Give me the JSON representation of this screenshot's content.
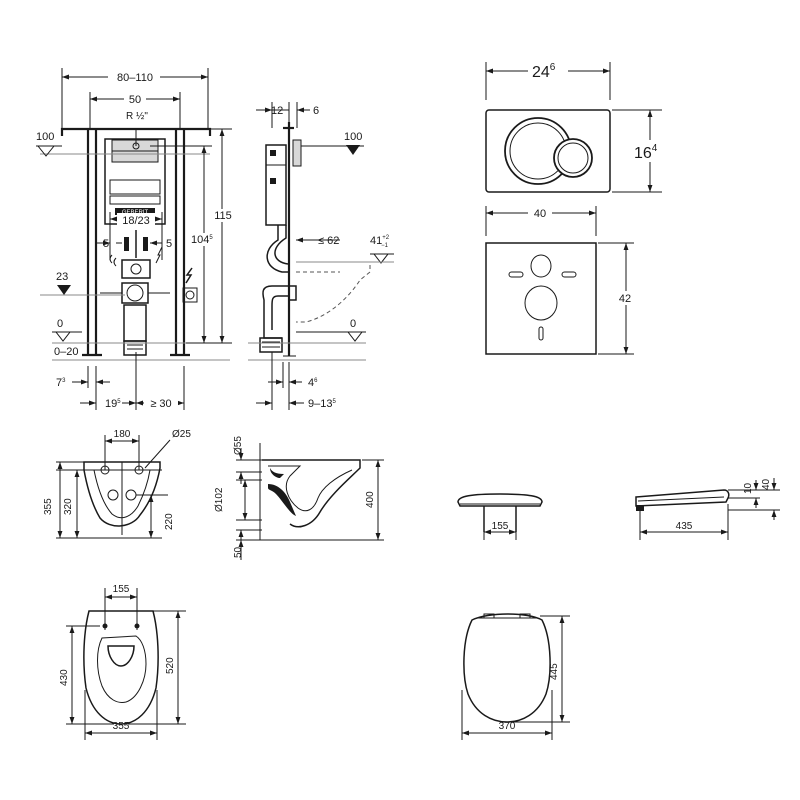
{
  "colors": {
    "ink": "#1a1a1a",
    "background": "#ffffff"
  },
  "frame_front": {
    "dim_width_range": "80–110",
    "dim_frame_width": "50",
    "dim_connection": "R ½\"",
    "dim_height_total": "115",
    "dim_height_inner_main": "104",
    "dim_height_inner_sup": "5",
    "dim_bolt_spacing": "18/23",
    "dim_left_5": "5",
    "dim_right_5": "5",
    "level_100": "100",
    "level_23": "23",
    "level_0": "0",
    "level_floor": "0–20",
    "dim_7_main": "7",
    "dim_7_sup": "3",
    "dim_19_main": "19",
    "dim_19_sup": "5",
    "dim_min_30": "≥ 30",
    "brand_label": "GEBERIT"
  },
  "frame_side": {
    "dim_12": "12",
    "dim_6": "6",
    "level_100": "100",
    "dim_max_62": "≤ 62",
    "dim_41_main": "41",
    "dim_41_sup": "+2",
    "dim_41_sub": "−1",
    "level_0": "0",
    "dim_4_main": "4",
    "dim_4_sup": "6",
    "dim_9_main": "9–13",
    "dim_9_sup": "5"
  },
  "flush_plate": {
    "dim_width_main": "24",
    "dim_width_sup": "6",
    "dim_height_main": "16",
    "dim_height_sup": "4"
  },
  "wall_panel": {
    "dim_width": "40",
    "dim_height": "42"
  },
  "bowl_front": {
    "dim_180": "180",
    "dim_diameter": "Ø25",
    "dim_355": "355",
    "dim_320": "320",
    "dim_220": "220"
  },
  "bowl_side": {
    "dim_55": "Ø55",
    "dim_102": "Ø102",
    "dim_50": "50",
    "dim_400": "400"
  },
  "seat_front": {
    "dim_155": "155"
  },
  "seat_side": {
    "dim_435": "435",
    "dim_10": "10",
    "dim_40": "40"
  },
  "bowl_top": {
    "dim_155": "155",
    "dim_430": "430",
    "dim_520": "520",
    "dim_355": "355"
  },
  "seat_top": {
    "dim_445": "445",
    "dim_370": "370"
  }
}
